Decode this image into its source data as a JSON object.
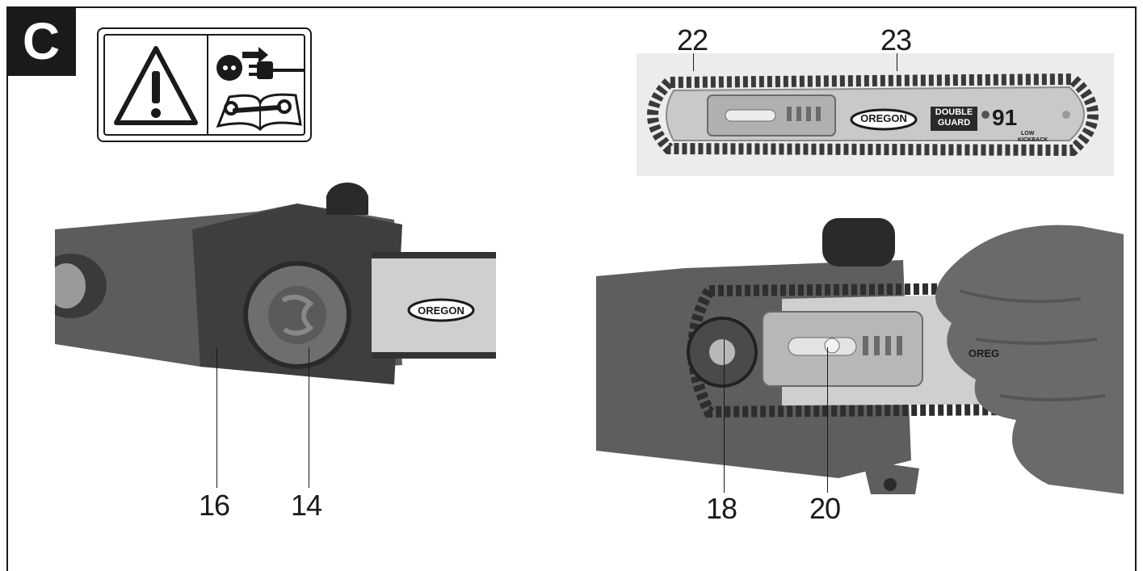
{
  "section": {
    "label": "C"
  },
  "safety_panel": {
    "icons": [
      "warning-triangle-icon",
      "unplug-icon",
      "read-manual-icon"
    ]
  },
  "photos": {
    "chain_bar": {
      "brand": "OREGON",
      "badge_line1": "DOUBLE",
      "badge_line2": "GUARD",
      "model": "91",
      "kickback_line1": "LOW",
      "kickback_line2": "KICKBACK"
    },
    "saw_left": {
      "brand": "OREGON"
    },
    "saw_right": {
      "brand": "OREG"
    }
  },
  "callouts": {
    "c22": "22",
    "c23": "23",
    "c16": "16",
    "c14": "14",
    "c18": "18",
    "c20": "20"
  },
  "colors": {
    "ink": "#1a1a1a",
    "photo_bg": "#ececec",
    "metal": "#b8b8b8",
    "dark_part": "#4a4a4a"
  }
}
